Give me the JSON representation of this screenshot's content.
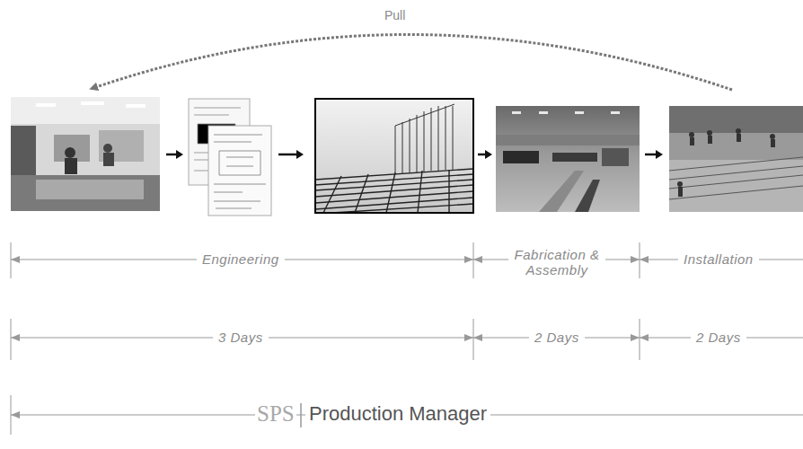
{
  "diagram": {
    "labels": [
      "Pull",
      "Engineering",
      "Fabrication & Assembly",
      "Installation",
      "3 Days",
      "2 Days",
      "2 Days",
      "SPS",
      "Production Manager"
    ]
  }
}
